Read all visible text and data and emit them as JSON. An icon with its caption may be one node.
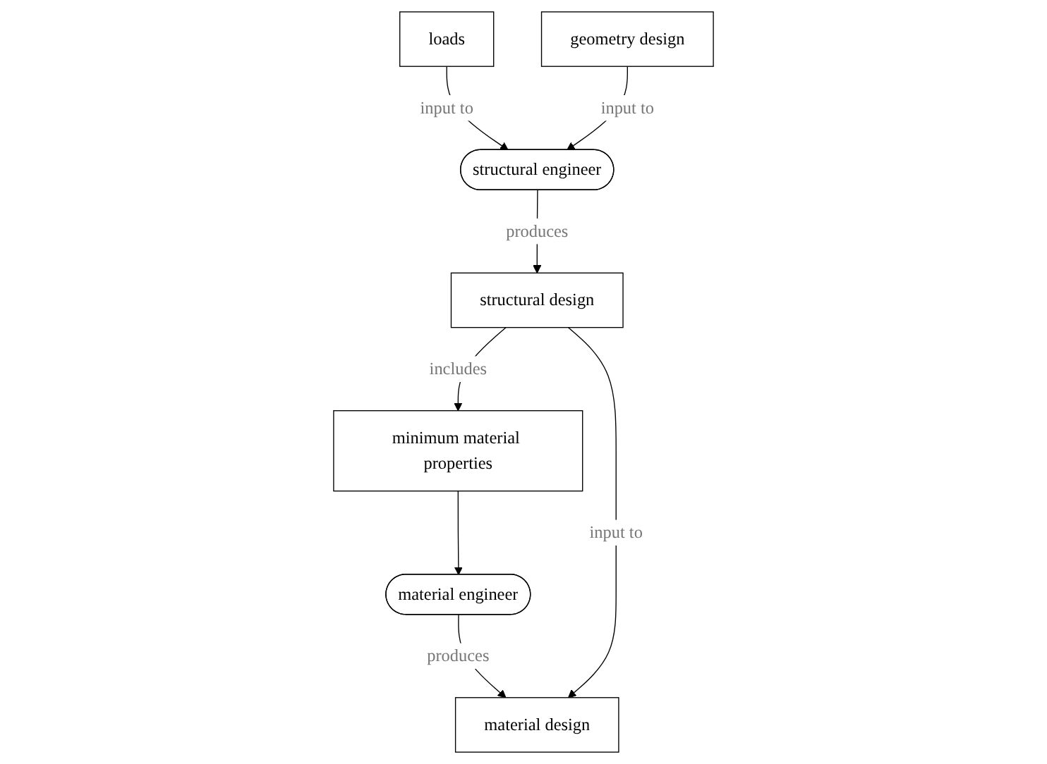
{
  "diagram": {
    "nodes": [
      {
        "text": [
          "loads"
        ]
      },
      {
        "text": [
          "structural engineer"
        ]
      },
      {
        "text": [
          "material engineer"
        ]
      },
      {
        "text": [
          "geometry design"
        ]
      },
      {
        "text": [
          "structural design"
        ]
      },
      {
        "text": [
          "material design"
        ]
      },
      {
        "text": [
          "minimum material properties"
        ]
      }
    ],
    "edges": [
      {
        "from": 0,
        "to": 1,
        "arrow": "to",
        "label": "input to"
      },
      {
        "from": 3,
        "to": 1,
        "arrow": "to",
        "label": "input to"
      },
      {
        "from": 1,
        "to": 4,
        "arrow": "to",
        "label": "produces"
      },
      {
        "from": 2,
        "to": 5,
        "arrow": "to",
        "label": "produces"
      },
      {
        "from": 4,
        "to": 5,
        "arrow": "to",
        "label": "input to"
      },
      {
        "from": 4,
        "to": 6,
        "arrow": "to",
        "label": "includes"
      },
      {
        "from": 6,
        "to": 2,
        "arrow": "to"
      }
    ]
  }
}
